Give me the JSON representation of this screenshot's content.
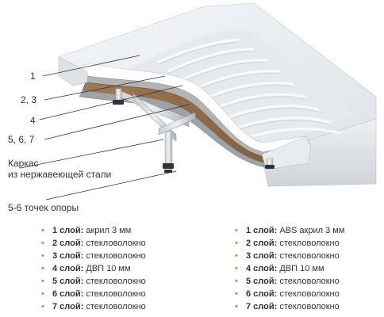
{
  "callouts": {
    "c1": "1",
    "c23": "2, 3",
    "c4": "4",
    "c567": "5, 6, 7",
    "frame_line1": "Каркас",
    "frame_line2": "из нержавеющей стали",
    "supports": "5-6 точек опоры"
  },
  "legend_left": [
    {
      "layer": "1 слой:",
      "material": "акрил 3 мм"
    },
    {
      "layer": "2 слой:",
      "material": "стекловолокно"
    },
    {
      "layer": "3 слой:",
      "material": "стекловолокно"
    },
    {
      "layer": "4 слой:",
      "material": "ДВП 10 мм"
    },
    {
      "layer": "5 слой:",
      "material": "стекловолокно"
    },
    {
      "layer": "6 слой:",
      "material": "стекловолокно"
    },
    {
      "layer": "7 слой:",
      "material": "стекловолокно"
    }
  ],
  "legend_right": [
    {
      "layer": "1 слой:",
      "material": "ABS акрил 3 мм"
    },
    {
      "layer": "2 слой:",
      "material": "стекловолокно"
    },
    {
      "layer": "3 слой:",
      "material": "стекловолокно"
    },
    {
      "layer": "4 слой:",
      "material": "ДВП 10 мм"
    },
    {
      "layer": "5 слой:",
      "material": "стекловолокно"
    },
    {
      "layer": "6 слой:",
      "material": "стекловолокно"
    },
    {
      "layer": "7 слой:",
      "material": "стекловолокно"
    }
  ],
  "colors": {
    "acrylic": "#ffffff",
    "fiberglass": "#a8a8a8",
    "fiberboard": "#8a6a4a",
    "steel": "#d7dce0",
    "bullet": "#7ab648",
    "leader": "#333333"
  }
}
